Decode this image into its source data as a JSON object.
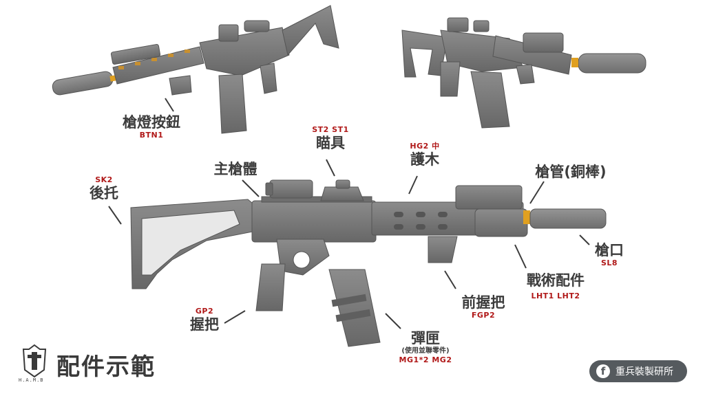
{
  "title": "配件示範",
  "logo_text": "H.A.M.B",
  "facebook": {
    "icon": "facebook-icon",
    "label": "重兵裝製研所"
  },
  "colors": {
    "gun": "#7b7b7b",
    "gun_dark": "#5b5b5b",
    "barrel_tip": "#e0a020",
    "label_code": "#b01818",
    "label_name": "#3c3c3c"
  },
  "labels": {
    "btn": {
      "name": "槍燈按鈕",
      "code": "BTN1"
    },
    "sight": {
      "name": "瞄具",
      "code": "ST2   ST1"
    },
    "handguard": {
      "name": "護木",
      "code": "HG2 中"
    },
    "receiver": {
      "name": "主槍體"
    },
    "barrel": {
      "name": "槍管(銅棒)"
    },
    "stock": {
      "name": "後托",
      "code": "SK2"
    },
    "muzzle": {
      "name": "槍口",
      "code": "SL8"
    },
    "tactical": {
      "name": "戰術配件",
      "code": "LHT1   LHT2"
    },
    "foregrip": {
      "name": "前握把",
      "code": "FGP2"
    },
    "grip": {
      "name": "握把",
      "code": "GP2"
    },
    "magazine": {
      "name": "彈匣",
      "note": "(使用並聯零件)",
      "code": "MG1*2   MG2"
    }
  }
}
